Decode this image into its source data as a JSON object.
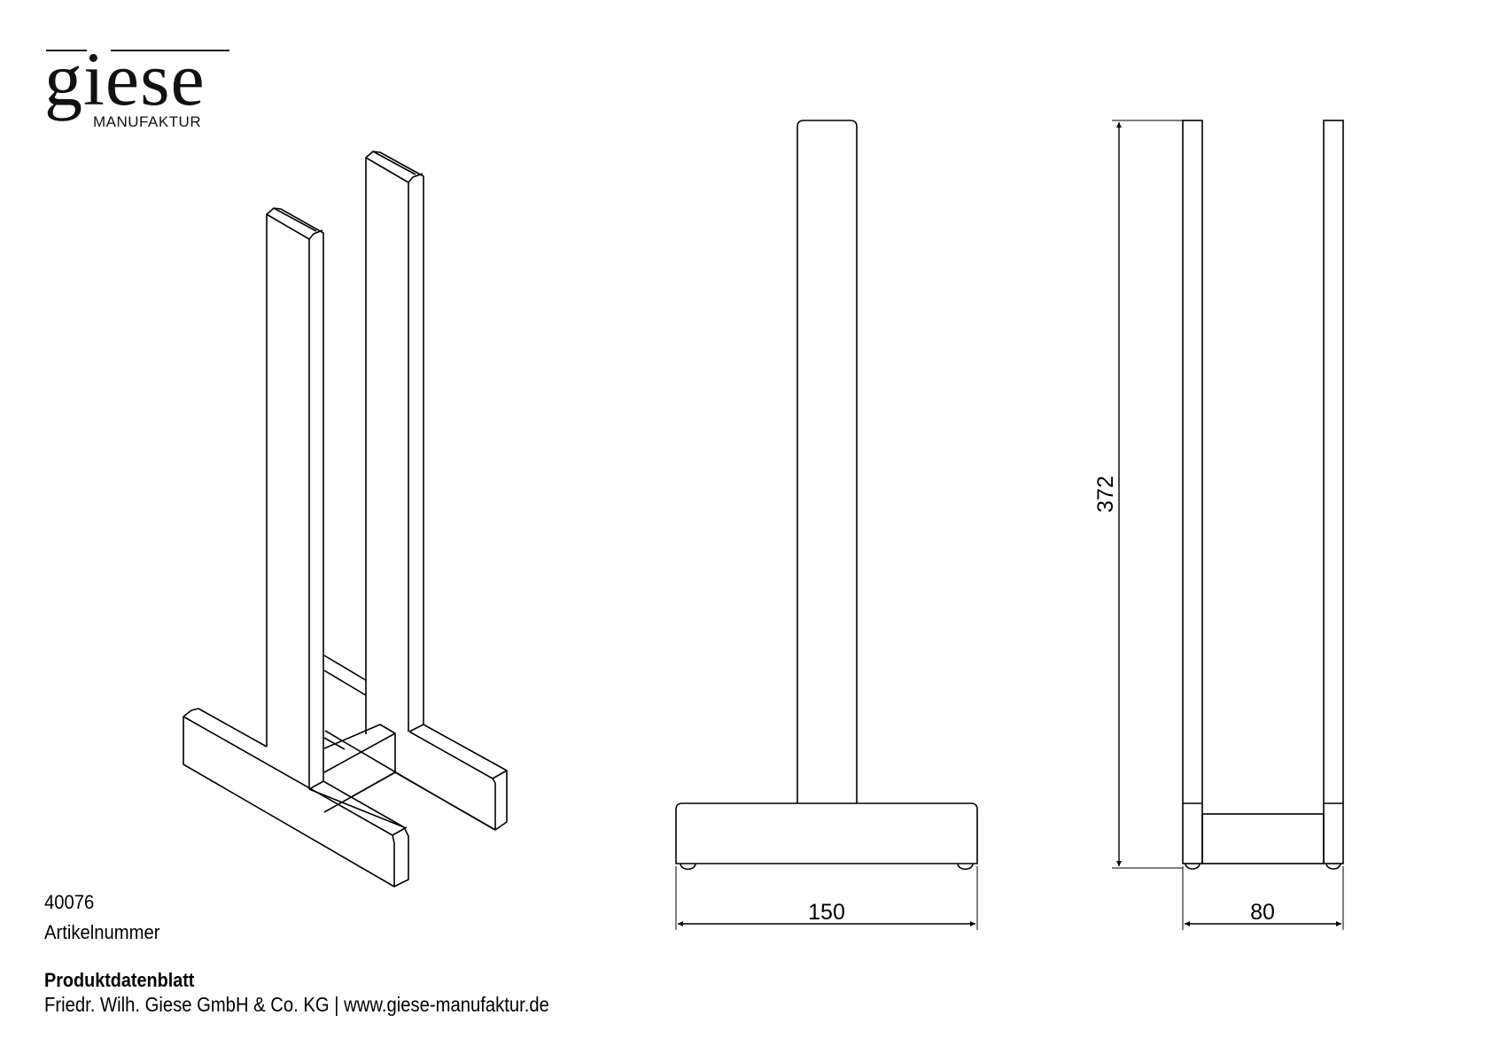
{
  "logo": {
    "wordmark": "giese",
    "subtitle": "MANUFAKTUR"
  },
  "drawing": {
    "views": [
      "isometric",
      "front",
      "side"
    ],
    "dimensions": {
      "width_front": "150",
      "depth_side": "80",
      "height": "372"
    }
  },
  "article": {
    "number": "40076",
    "number_label": "Artikelnummer"
  },
  "footer": {
    "title": "Produktdatenblatt",
    "company_line": "Friedr. Wilh. Giese GmbH & Co. KG | www.giese-manufaktur.de"
  },
  "colors": {
    "line": "#000000",
    "background": "#ffffff"
  }
}
